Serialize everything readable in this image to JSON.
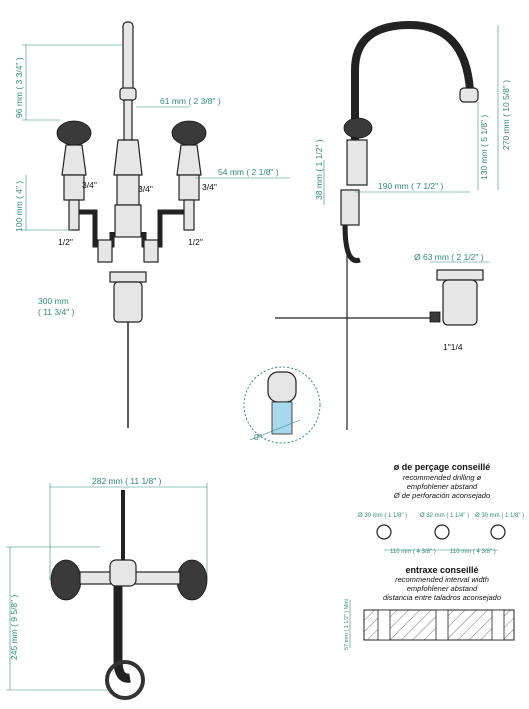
{
  "dims": {
    "h96": "96 mm ( 3 3/4\" )",
    "h100": "100 mm ( 4\" )",
    "w61": "61 mm ( 2 3/8\" )",
    "w54": "54 mm ( 2 1/8\" )",
    "w300a": "300 mm",
    "w300b": "( 11 3/4\" )",
    "h38": "38 mm ( 1 1/2\" )",
    "w190": "190 mm ( 7 1/2\" )",
    "h130": "130 mm ( 5 1/8\" )",
    "h270": "270 mm ( 10 5/8\" )",
    "d63": "Ø 63 mm ( 2 1/2\" )",
    "w282": "282 mm ( 11 1/8\" )",
    "h245": "245 mm ( 9 5/8\" )",
    "angle": "0°",
    "hole_l": "Ø 30 mm ( 1 1/8\" )",
    "hole_c": "Ø 32 mm ( 1 1/4\" )",
    "hole_r": "Ø 30 mm ( 1 1/8\" )",
    "gap_l": "110 mm ( 4 3/8\" )",
    "gap_r": "110 mm ( 4 3/8\" )",
    "h57": "57 mm ( 1 1/2\" ) Mini"
  },
  "threads": {
    "left_top": "3/4\"",
    "center": "3/4\"",
    "right_top": "3/4\"",
    "left_bottom": "1/2\"",
    "right_bottom": "1/2\"",
    "drain": "1\"1/4"
  },
  "notes": {
    "drilling_title": "ø de perçage conseillé",
    "drilling_en": "recommended drilling ø",
    "drilling_de": "empfohlener abstand",
    "drilling_es": "Ø de perforación aconsejado",
    "interval_title": "entraxe conseillé",
    "interval_en": "recommended interval width",
    "interval_de": "empfohlener abstand",
    "interval_es": "distancia entre taladros aconsejado"
  }
}
